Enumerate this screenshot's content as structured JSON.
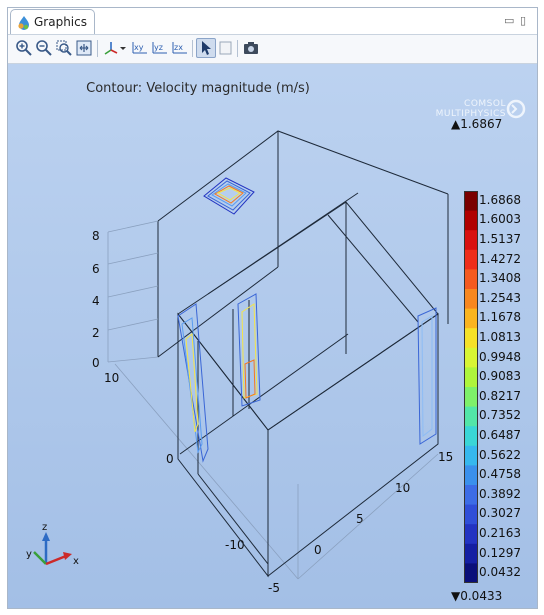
{
  "tab": {
    "title": "Graphics"
  },
  "window_controls": {
    "minimize": "▭",
    "maximize": "▯"
  },
  "toolbar": {
    "buttons": [
      {
        "icon": "zoom-in-icon"
      },
      {
        "icon": "zoom-out-icon"
      },
      {
        "icon": "zoom-box-icon"
      },
      {
        "icon": "zoom-extents-icon"
      },
      {
        "icon": "go-to-default-view-icon"
      },
      {
        "icon": "xy-plane-view-icon",
        "text": "xy"
      },
      {
        "icon": "yz-plane-view-icon",
        "text": "yz"
      },
      {
        "icon": "zx-plane-view-icon",
        "text": "zx"
      },
      {
        "icon": "select-icon"
      },
      {
        "icon": "clear-selection-icon"
      },
      {
        "icon": "camera-icon"
      }
    ]
  },
  "plot": {
    "title": "Contour: Velocity magnitude (m/s)",
    "logo_line1": "COMSOL",
    "logo_line2": "MULTIPHYSICS",
    "z_ticks": [
      "8",
      "6",
      "4",
      "2",
      "0"
    ],
    "y_ticks": [
      "10",
      "0",
      "-10"
    ],
    "x_ticks": [
      "15",
      "10",
      "5",
      "0",
      "-5"
    ],
    "axes_triad": {
      "x": "x",
      "y": "y",
      "z": "z"
    }
  },
  "colorbar": {
    "max_label": "1.6867",
    "min_label": "0.0433",
    "ticks": [
      "1.6868",
      "1.6003",
      "1.5137",
      "1.4272",
      "1.3408",
      "1.2543",
      "1.1678",
      "1.0813",
      "0.9948",
      "0.9083",
      "0.8217",
      "0.7352",
      "0.6487",
      "0.5622",
      "0.4758",
      "0.3892",
      "0.3027",
      "0.2163",
      "0.1297",
      "0.0432"
    ],
    "colors": [
      "#7a0000",
      "#b00000",
      "#d81010",
      "#ee2d1a",
      "#f45a1f",
      "#f7871f",
      "#fab41f",
      "#f5e128",
      "#d8f534",
      "#aef53c",
      "#7ef06a",
      "#52e6a8",
      "#3ad6d6",
      "#36b8ee",
      "#3a90ec",
      "#3c6ce6",
      "#2f4ed8",
      "#2233c2",
      "#141fa3",
      "#0a0f7a"
    ]
  }
}
